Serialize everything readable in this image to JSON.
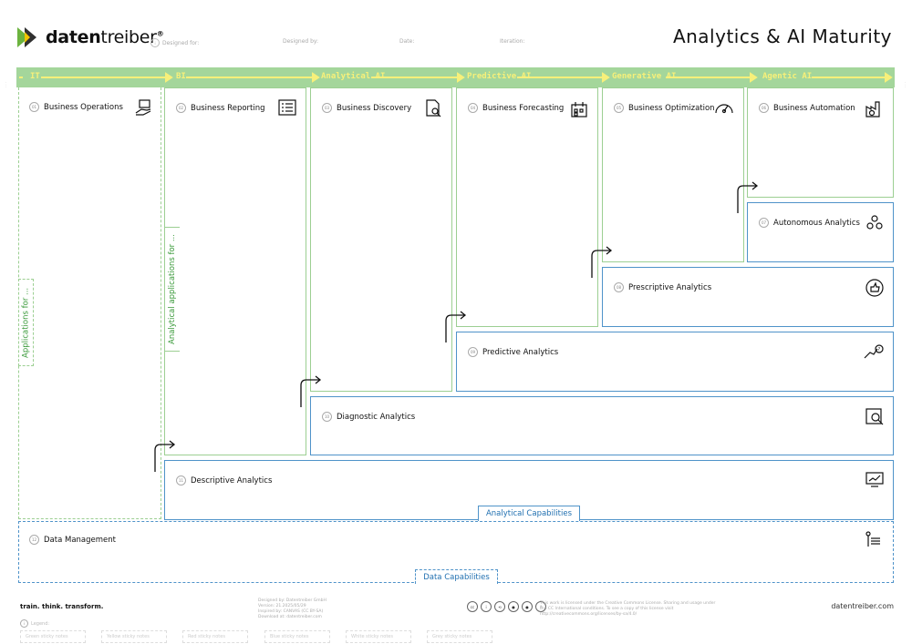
{
  "header": {
    "logo_bold": "daten",
    "logo_light": "treiber",
    "logo_reg": "®",
    "title": "Analytics & AI Maturity",
    "fields": [
      "Designed for:",
      "Designed by:",
      "Date:",
      "Iteration:"
    ]
  },
  "stages": [
    "IT",
    "BI",
    "Analytical AI",
    "Predictive AI",
    "Generative AI",
    "Agentic AI"
  ],
  "applications": [
    {
      "num": "01",
      "label": "Business Operations"
    },
    {
      "num": "02",
      "label": "Business Reporting"
    },
    {
      "num": "03",
      "label": "Business Discovery"
    },
    {
      "num": "04",
      "label": "Business Forecasting"
    },
    {
      "num": "05",
      "label": "Business Optimization"
    },
    {
      "num": "06",
      "label": "Business Automation"
    }
  ],
  "capabilities": [
    {
      "num": "07",
      "label": "Autonomous Analytics"
    },
    {
      "num": "08",
      "label": "Prescriptive Analytics"
    },
    {
      "num": "09",
      "label": "Predictive Analytics"
    },
    {
      "num": "10",
      "label": "Diagnostic Analytics"
    },
    {
      "num": "11",
      "label": "Descriptive Analytics"
    }
  ],
  "data_management": {
    "num": "12",
    "label": "Data Management"
  },
  "tabs": {
    "applications_for": "Applications for ...",
    "analytical_applications_for": "Analytical applications for ...",
    "analytical_capabilities": "Analytical Capabilities",
    "data_capabilities": "Data Capabilities"
  },
  "footer": {
    "tagline": "train. think. transform.",
    "meta_lines": [
      "Designed by: Datentreiber GmbH",
      "Version: 21.2025/05/29",
      "Inspired by: CANVAS (CC BY-SA)",
      "Download at: datentreiber.com"
    ],
    "license": "This work is licensed under the Creative Commons License. Sharing and usage under the CC International conditions. To see a copy of this license visit http://creativecommons.org/licenses/by-sa/4.0/",
    "site": "datentreiber.com",
    "legend": "Legend:",
    "sticky_notes": [
      "Green sticky notes",
      "Yellow sticky notes",
      "Red sticky notes",
      "Blue sticky notes",
      "White sticky notes",
      "Grey sticky notes"
    ]
  },
  "colors": {
    "green": "#9ccf92",
    "band": "#a4d69b",
    "stage_text": "#f7f07a",
    "blue": "#4f93c9"
  }
}
